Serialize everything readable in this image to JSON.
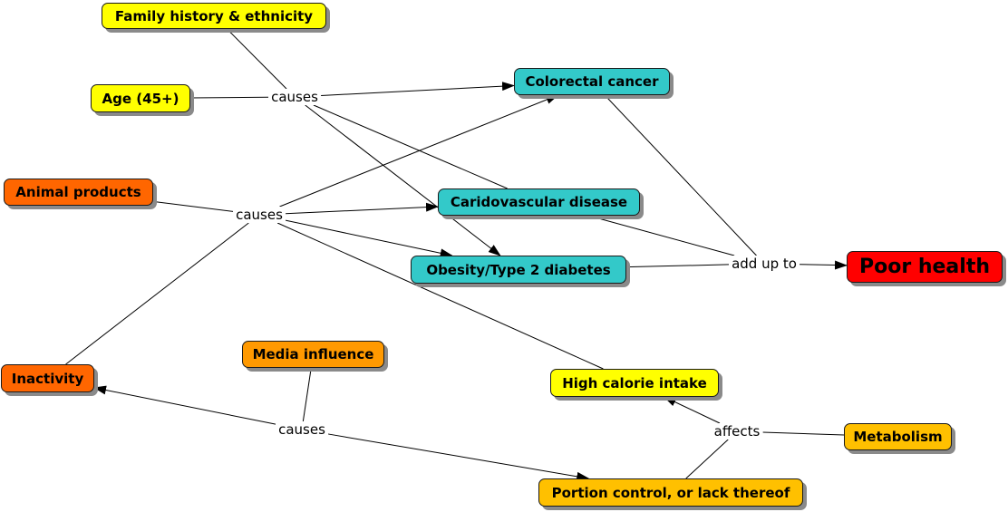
{
  "colors": {
    "yellow": "#ffff00",
    "teal": "#33c9c9",
    "orange_dark": "#ff6600",
    "orange": "#ff9900",
    "amber": "#ffc000",
    "red": "#ff0000"
  },
  "nodes": {
    "family_history": {
      "label": "Family history & ethnicity",
      "color": "yellow"
    },
    "age": {
      "label": "Age (45+)",
      "color": "yellow"
    },
    "colorectal_cancer": {
      "label": "Colorectal cancer",
      "color": "teal"
    },
    "animal_products": {
      "label": "Animal products",
      "color": "orange_dark"
    },
    "cardiovascular": {
      "label": "Caridovascular disease",
      "color": "teal"
    },
    "obesity": {
      "label": "Obesity/Type 2 diabetes",
      "color": "teal"
    },
    "poor_health": {
      "label": "Poor health",
      "color": "red"
    },
    "inactivity": {
      "label": "Inactivity",
      "color": "orange_dark"
    },
    "media_influence": {
      "label": "Media influence",
      "color": "orange"
    },
    "high_calorie": {
      "label": "High calorie intake",
      "color": "yellow"
    },
    "metabolism": {
      "label": "Metabolism",
      "color": "amber"
    },
    "portion_control": {
      "label": "Portion control, or lack thereof",
      "color": "amber"
    }
  },
  "links": {
    "causes_1": {
      "label": "causes"
    },
    "causes_2": {
      "label": "causes"
    },
    "add_up_to": {
      "label": "add up to"
    },
    "causes_3": {
      "label": "causes"
    },
    "affects": {
      "label": "affects"
    }
  },
  "connections": [
    {
      "from": "family_history",
      "to": "causes_1",
      "arrow": false
    },
    {
      "from": "age",
      "to": "causes_1",
      "arrow": false
    },
    {
      "from": "causes_1",
      "to": "colorectal_cancer",
      "arrow": true
    },
    {
      "from": "causes_1",
      "to": "cardiovascular",
      "arrow": false
    },
    {
      "from": "causes_1",
      "to": "obesity",
      "arrow": true
    },
    {
      "from": "animal_products",
      "to": "causes_2",
      "arrow": false
    },
    {
      "from": "inactivity",
      "to": "causes_2",
      "arrow": false
    },
    {
      "from": "high_calorie",
      "to": "causes_2",
      "arrow": false
    },
    {
      "from": "causes_2",
      "to": "colorectal_cancer",
      "arrow": true
    },
    {
      "from": "causes_2",
      "to": "cardiovascular",
      "arrow": true
    },
    {
      "from": "causes_2",
      "to": "obesity",
      "arrow": true
    },
    {
      "from": "colorectal_cancer",
      "to": "add_up_to",
      "arrow": false
    },
    {
      "from": "cardiovascular",
      "to": "add_up_to",
      "arrow": false
    },
    {
      "from": "obesity",
      "to": "add_up_to",
      "arrow": false
    },
    {
      "from": "add_up_to",
      "to": "poor_health",
      "arrow": true
    },
    {
      "from": "media_influence",
      "to": "causes_3",
      "arrow": false
    },
    {
      "from": "causes_3",
      "to": "inactivity",
      "arrow": true
    },
    {
      "from": "causes_3",
      "to": "portion_control",
      "arrow": true
    },
    {
      "from": "portion_control",
      "to": "affects",
      "arrow": false
    },
    {
      "from": "metabolism",
      "to": "affects",
      "arrow": false
    },
    {
      "from": "affects",
      "to": "high_calorie",
      "arrow": true
    }
  ]
}
